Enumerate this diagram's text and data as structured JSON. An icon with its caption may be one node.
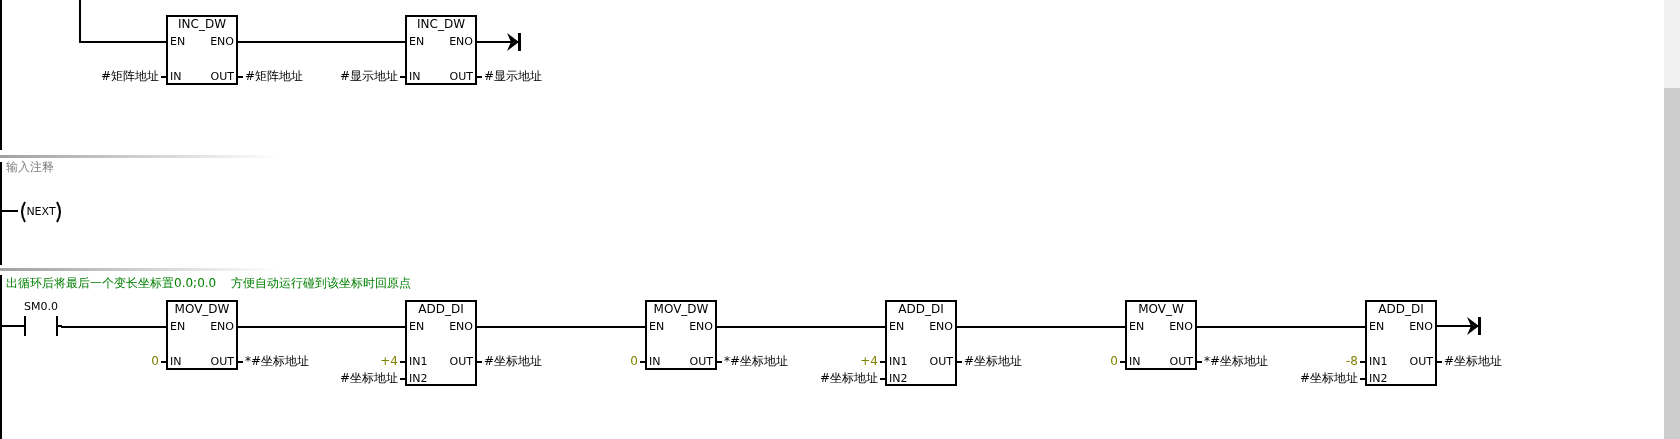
{
  "diagram": {
    "nodes": [
      {
        "text": [
          "INC_DW",
          "EN",
          "ENO",
          "IN",
          "OUT"
        ],
        "beside": [
          "#矩阵地址",
          "#矩阵地址"
        ]
      },
      {
        "text": [
          "INC_DW",
          "EN",
          "ENO",
          "IN",
          "OUT"
        ],
        "beside": [
          "#显示地址",
          "#显示地址"
        ]
      },
      {
        "text": [
          "NEXT"
        ]
      },
      {
        "text": [
          "SM0.0"
        ]
      },
      {
        "text": [
          "MOV_DW",
          "EN",
          "ENO",
          "IN",
          "OUT"
        ],
        "beside": [
          "0",
          "*#坐标地址"
        ]
      },
      {
        "text": [
          "ADD_DI",
          "EN",
          "ENO",
          "IN1",
          "IN2",
          "OUT"
        ],
        "beside": [
          "+4",
          "#坐标地址",
          "#坐标地址"
        ]
      },
      {
        "text": [
          "MOV_DW",
          "EN",
          "ENO",
          "IN",
          "OUT"
        ],
        "beside": [
          "0",
          "*#坐标地址"
        ]
      },
      {
        "text": [
          "ADD_DI",
          "EN",
          "ENO",
          "IN1",
          "IN2",
          "OUT"
        ],
        "beside": [
          "+4",
          "#坐标地址",
          "#坐标地址"
        ]
      },
      {
        "text": [
          "MOV_W",
          "EN",
          "ENO",
          "IN",
          "OUT"
        ],
        "beside": [
          "0",
          "*#坐标地址"
        ]
      },
      {
        "text": [
          "ADD_DI",
          "EN",
          "ENO",
          "IN1",
          "IN2",
          "OUT"
        ],
        "beside": [
          "-8",
          "#坐标地址",
          "#坐标地址"
        ]
      }
    ],
    "edges": [
      {
        "from": null,
        "to": 0,
        "arrow": "none"
      },
      {
        "from": 0,
        "to": 1,
        "arrow": "none"
      },
      {
        "from": 1,
        "to": null,
        "arrow": "to"
      },
      {
        "from": null,
        "to": 2,
        "arrow": "none"
      },
      {
        "from": null,
        "to": 3,
        "arrow": "none"
      },
      {
        "from": 3,
        "to": 4,
        "arrow": "none"
      },
      {
        "from": 4,
        "to": 5,
        "arrow": "none"
      },
      {
        "from": 5,
        "to": 6,
        "arrow": "none"
      },
      {
        "from": 6,
        "to": 7,
        "arrow": "none"
      },
      {
        "from": 7,
        "to": 8,
        "arrow": "none"
      },
      {
        "from": 8,
        "to": 9,
        "arrow": "none"
      },
      {
        "from": 9,
        "to": null,
        "arrow": "to"
      }
    ],
    "labels": [
      "输入注释",
      "出循环后将最后一个变长坐标置0.0;0.0    方便自动运行碰到该坐标时回原点"
    ]
  }
}
